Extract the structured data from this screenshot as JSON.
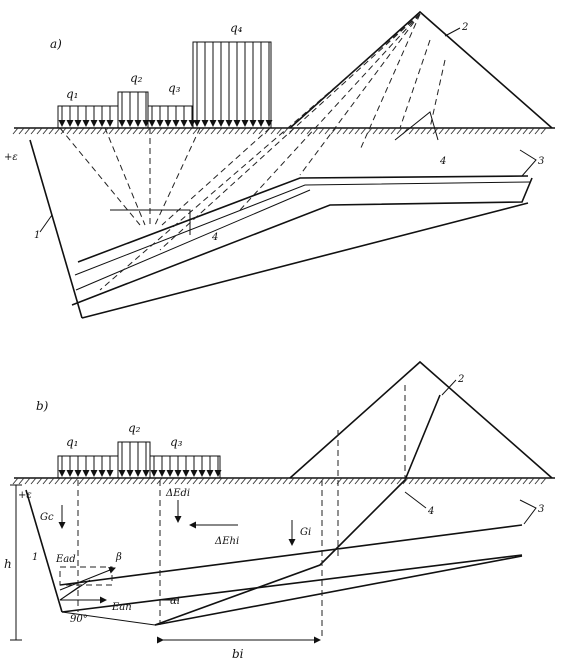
{
  "panel_a": {
    "label": "a)",
    "loads": [
      "q₁",
      "q₂",
      "q₃",
      "q₄"
    ],
    "markers": [
      "1",
      "2",
      "3",
      "4",
      "4"
    ],
    "epsilon": "+ε"
  },
  "panel_b": {
    "label": "b)",
    "loads": [
      "q₁",
      "q₂",
      "q₃"
    ],
    "markers": [
      "1",
      "2",
      "3",
      "4"
    ],
    "epsilon": "+ε",
    "h": "h",
    "Gc": "Gc",
    "Gi": "Gi",
    "dEdi": "ΔEdi",
    "dEhi": "ΔEhi",
    "Ead": "Ead",
    "Ean": "Ean",
    "beta": "β",
    "angle": "90°",
    "alpha": "αi",
    "bi": "bi"
  }
}
